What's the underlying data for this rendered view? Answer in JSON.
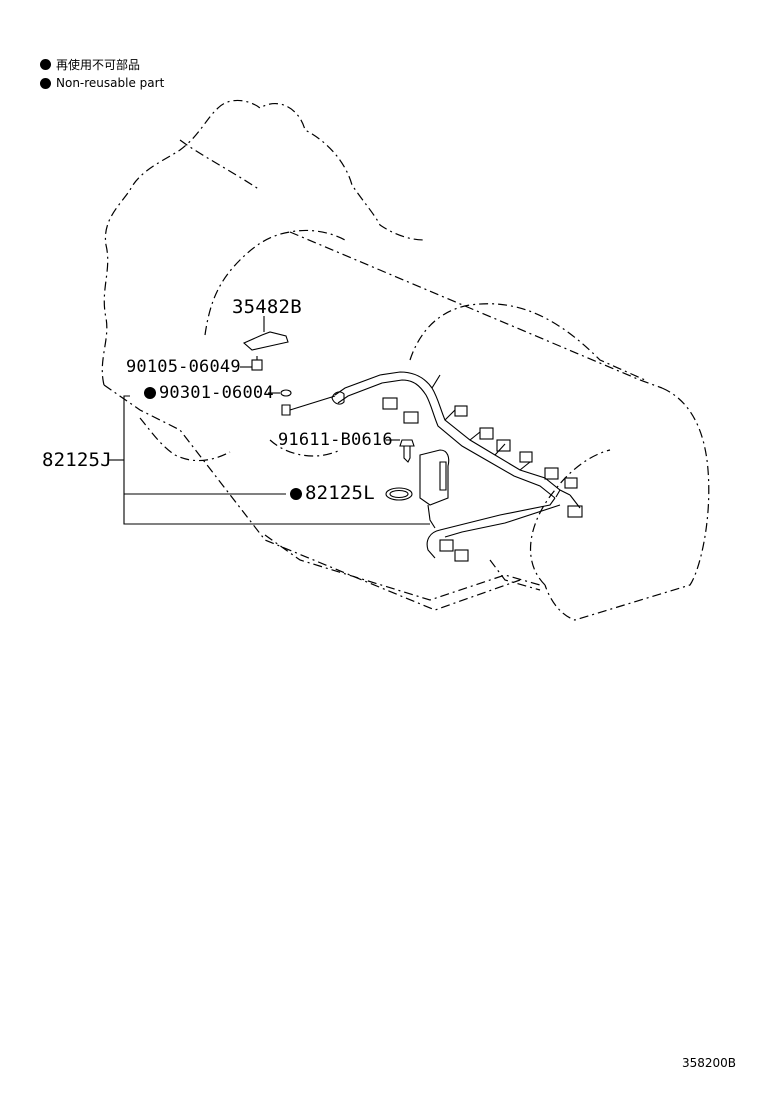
{
  "legend": {
    "items": [
      {
        "text_ja": "再使用不可部品"
      },
      {
        "text_en": "Non-reusable part"
      }
    ]
  },
  "parts": {
    "p35482B": "35482B",
    "p90105": "90105-06049",
    "p90301": "90301-06004",
    "p91611": "91611-B0616",
    "p82125J": "82125J",
    "p82125L": "82125L"
  },
  "figure_code": "358200B"
}
